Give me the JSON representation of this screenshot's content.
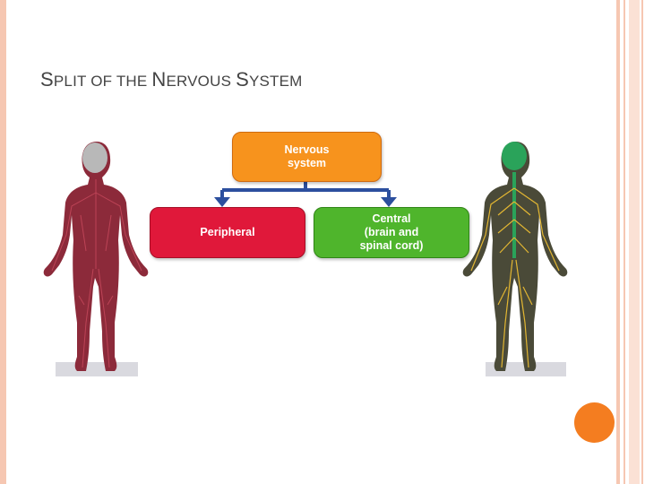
{
  "slide": {
    "title_parts": [
      {
        "text": "S",
        "size": "big"
      },
      {
        "text": "PLIT OF THE ",
        "size": "small"
      },
      {
        "text": "N",
        "size": "big"
      },
      {
        "text": "ERVOUS ",
        "size": "small"
      },
      {
        "text": "S",
        "size": "big"
      },
      {
        "text": "YSTEM",
        "size": "small"
      }
    ]
  },
  "diagram": {
    "root": {
      "label_line1": "Nervous",
      "label_line2": "system",
      "color": "#f7931d"
    },
    "children": [
      {
        "label_line1": "Peripheral",
        "color": "#e0183a"
      },
      {
        "label_line1": "Central",
        "label_line2": "(brain and",
        "label_line3": "spinal cord)",
        "color": "#4fb52c"
      }
    ],
    "connector_color": "#2c4f9e"
  },
  "figures": {
    "left": {
      "depicts": "peripheral-nerves-body",
      "nerve_color": "#a0243a"
    },
    "right": {
      "depicts": "central-nerves-body",
      "nerve_color": "#e2b632",
      "cns_color": "#2aa35a"
    }
  },
  "decor": {
    "accent_color": "#f47d20",
    "rule_color": "#f6c7b2"
  }
}
